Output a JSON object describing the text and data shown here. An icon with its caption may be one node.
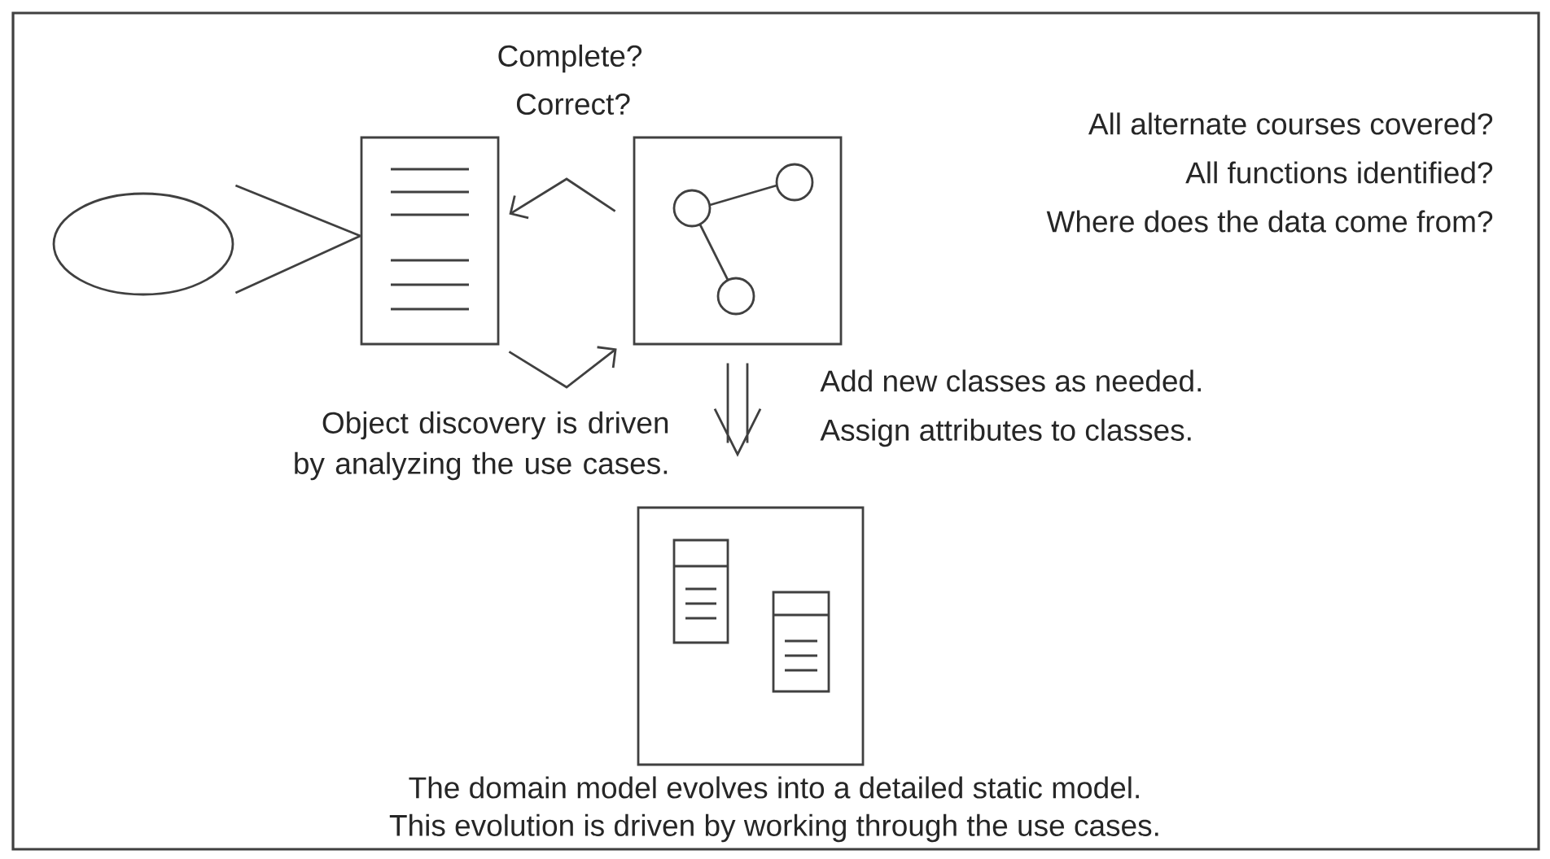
{
  "diagram": {
    "nodes": [
      {
        "text": [],
        "shape": "ellipse"
      },
      {
        "text": [],
        "shape": "document"
      },
      {
        "text": [],
        "shape": "box"
      },
      {
        "text": [],
        "shape": "box"
      }
    ],
    "edges": [
      {
        "from": 0,
        "to": 1,
        "arrow": "none"
      },
      {
        "from": 2,
        "to": 1,
        "arrow": "to"
      },
      {
        "from": 1,
        "to": 2,
        "arrow": "to"
      },
      {
        "from": 2,
        "to": 3,
        "arrow": "to"
      }
    ],
    "labels": [
      "Complete?",
      "Correct?",
      "All alternate courses covered?",
      "All functions identified?",
      "Where does the data come from?",
      "Add new classes as needed.",
      "Assign attributes to classes.",
      "Object discovery is driven by analyzing the use cases.",
      "The domain model evolves into a detailed static model.",
      "This evolution is driven by working through the use cases."
    ]
  }
}
